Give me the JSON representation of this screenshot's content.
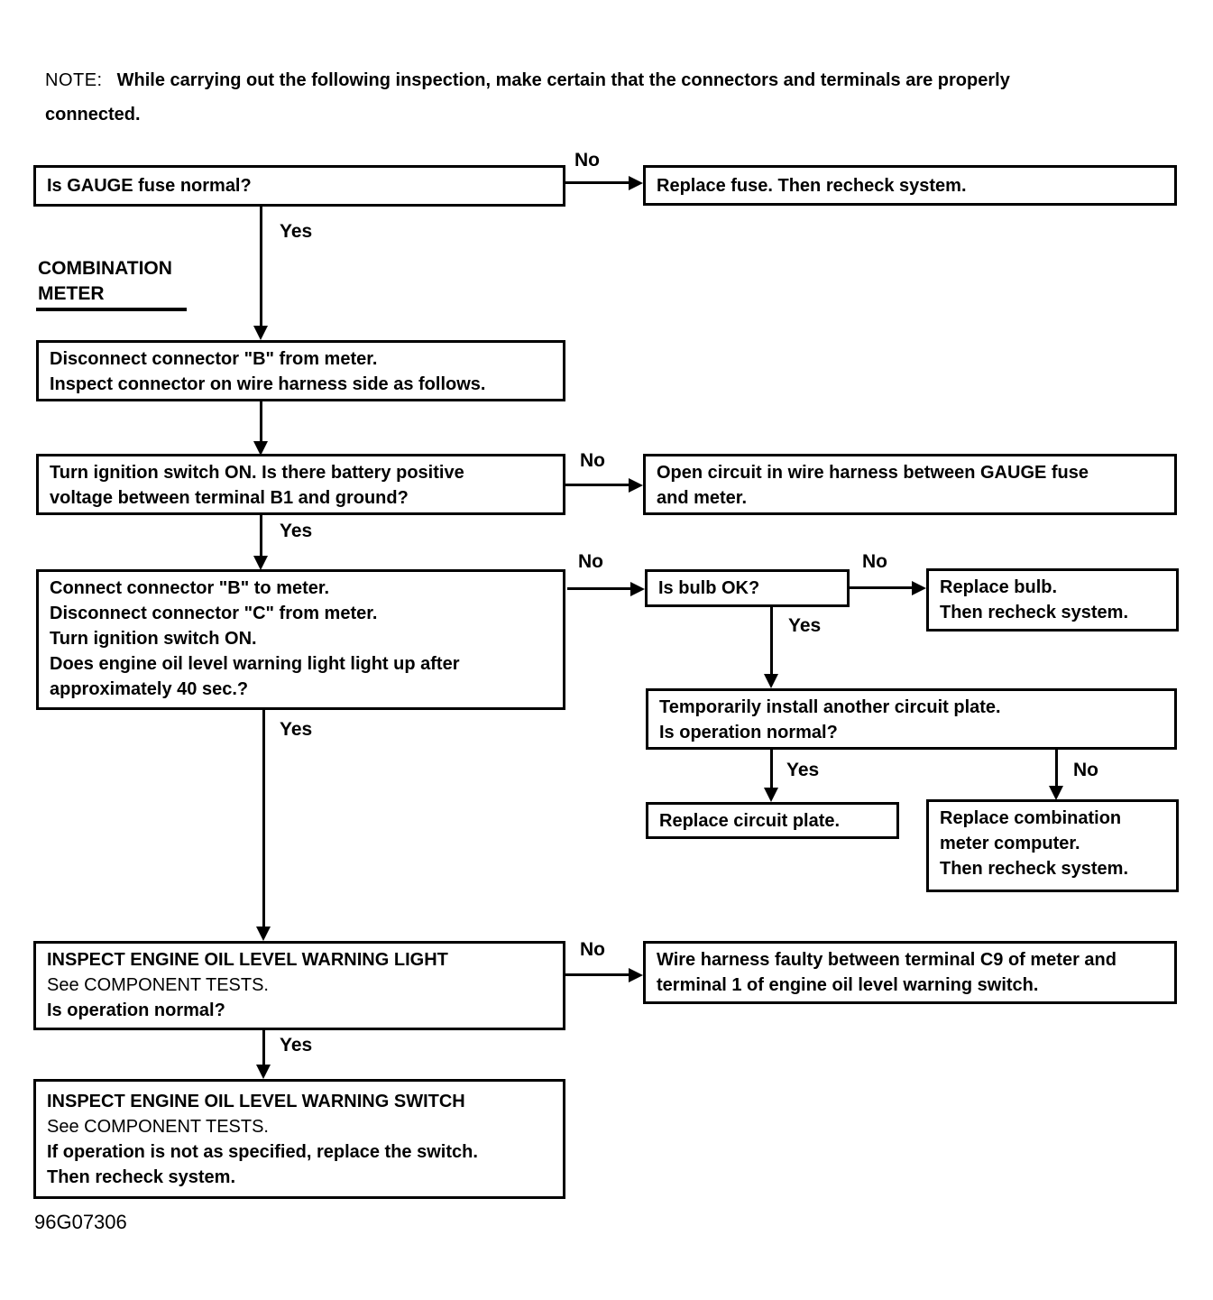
{
  "note": {
    "label": "NOTE:",
    "lines": [
      "While carrying out the following inspection, make certain that the connectors and terminals are properly",
      "connected."
    ]
  },
  "section_label": {
    "line1": "COMBINATION",
    "line2": "METER"
  },
  "decision_labels": {
    "yes": "Yes",
    "no": "No"
  },
  "boxes": {
    "gauge_fuse_check": {
      "lines": [
        "Is GAUGE fuse normal?"
      ]
    },
    "replace_fuse": {
      "lines": [
        "Replace fuse. Then recheck system."
      ]
    },
    "disconnect_connector_b": {
      "lines": [
        "Disconnect connector \"B\" from meter.",
        "Inspect connector on wire harness side as follows."
      ]
    },
    "ignition_voltage_check": {
      "lines": [
        "Turn ignition switch ON. Is there battery positive",
        "voltage between terminal B1 and ground?"
      ]
    },
    "open_circuit": {
      "lines": [
        "Open circuit in wire harness between GAUGE fuse",
        "and meter."
      ]
    },
    "warning_light_check": {
      "lines": [
        "Connect connector \"B\" to meter.",
        "Disconnect connector \"C\" from meter.",
        "Turn ignition switch ON.",
        "Does engine oil level warning light light up after",
        "approximately 40 sec.?"
      ]
    },
    "bulb_check": {
      "lines": [
        "Is bulb OK?"
      ]
    },
    "replace_bulb": {
      "lines": [
        "Replace bulb.",
        "Then recheck system."
      ]
    },
    "circuit_plate_test": {
      "lines": [
        "Temporarily install another circuit plate.",
        "Is operation normal?"
      ]
    },
    "replace_circuit_plate": {
      "lines": [
        "Replace circuit plate."
      ]
    },
    "replace_meter_computer": {
      "lines": [
        "Replace combination",
        "meter computer.",
        "Then recheck system."
      ]
    },
    "inspect_warning_light": {
      "title": "INSPECT ENGINE OIL LEVEL WARNING LIGHT",
      "lines": [
        "See COMPONENT TESTS.",
        "Is operation normal?"
      ]
    },
    "wire_harness_faulty": {
      "lines": [
        "Wire harness faulty between terminal C9 of meter and",
        "terminal 1 of engine oil level warning switch."
      ]
    },
    "inspect_warning_switch": {
      "title": "INSPECT ENGINE OIL LEVEL WARNING SWITCH",
      "lines": [
        "See COMPONENT TESTS.",
        "If operation is not as specified, replace the switch.",
        "Then recheck system."
      ]
    }
  },
  "figure_code": "96G07306"
}
